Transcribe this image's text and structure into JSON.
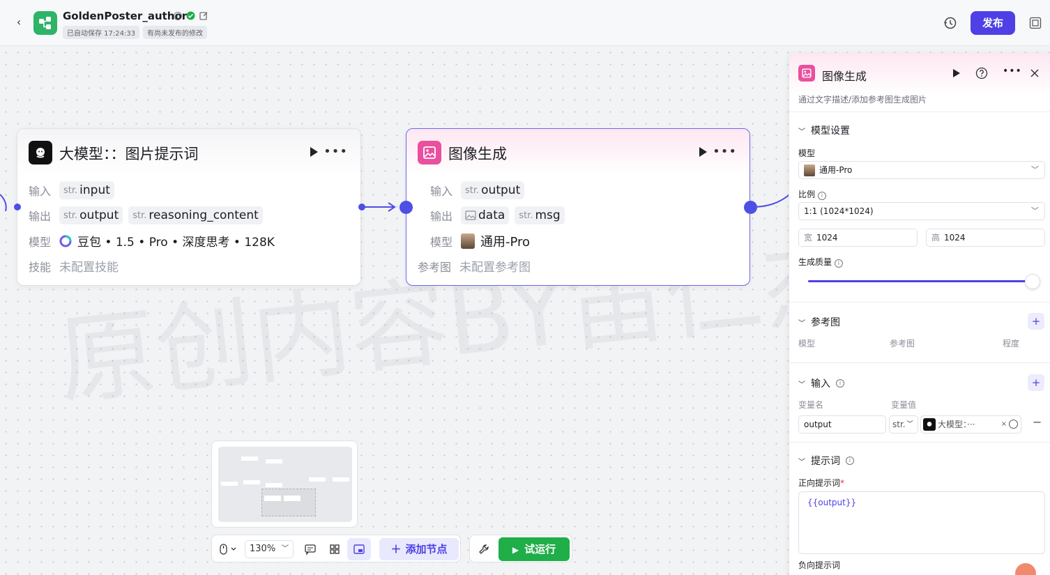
{
  "topbar": {
    "back_label": "‹",
    "app_title": "GoldenPoster_author",
    "autosave": "已自动保存 17:24:33",
    "unpublished": "有尚未发布的修改",
    "publish_label": "发布",
    "brand_color": "#4e40e5"
  },
  "canvas": {
    "watermark": "原创内容BY笛仁杰",
    "node_llm": {
      "title": "大模型：：图片提示词",
      "input_label": "输入",
      "inputs": [
        {
          "type": "str.",
          "name": "input"
        }
      ],
      "output_label": "输出",
      "outputs": [
        {
          "type": "str.",
          "name": "output"
        },
        {
          "type": "str.",
          "name": "reasoning_content"
        }
      ],
      "model_label": "模型",
      "model_value": "豆包 • 1.5 • Pro • 深度思考 • 128K",
      "skill_label": "技能",
      "skill_value": "未配置技能"
    },
    "node_image": {
      "title": "图像生成",
      "input_label": "输入",
      "inputs": [
        {
          "type": "str.",
          "name": "output"
        }
      ],
      "output_label": "输出",
      "outputs": [
        {
          "type": "img",
          "name": "data"
        },
        {
          "type": "str.",
          "name": "msg"
        }
      ],
      "model_label": "模型",
      "model_value": "通用-Pro",
      "ref_label": "参考图",
      "ref_value": "未配置参考图"
    }
  },
  "toolbar": {
    "zoom": "130%",
    "add_node": "添加节点",
    "test_run": "试运行"
  },
  "panel": {
    "title": "图像生成",
    "desc": "通过文字描述/添加参考图生成图片",
    "model_section": "模型设置",
    "model_label": "模型",
    "model_value": "通用-Pro",
    "ratio_label": "比例",
    "ratio_value": "1:1 (1024*1024)",
    "width_label": "宽",
    "width_value": "1024",
    "height_label": "高",
    "height_value": "1024",
    "quality_label": "生成质量",
    "quality_level": 0.99,
    "ref_section": "参考图",
    "ref_cols": [
      "模型",
      "参考图",
      "程度"
    ],
    "input_section": "输入",
    "var_name_label": "变量名",
    "var_value_label": "变量值",
    "var_name": "output",
    "var_type": "str.",
    "var_ref": "大模型：···",
    "prompt_section": "提示词",
    "positive_label": "正向提示词",
    "positive_value": "{{output}}",
    "negative_label": "负向提示词"
  }
}
